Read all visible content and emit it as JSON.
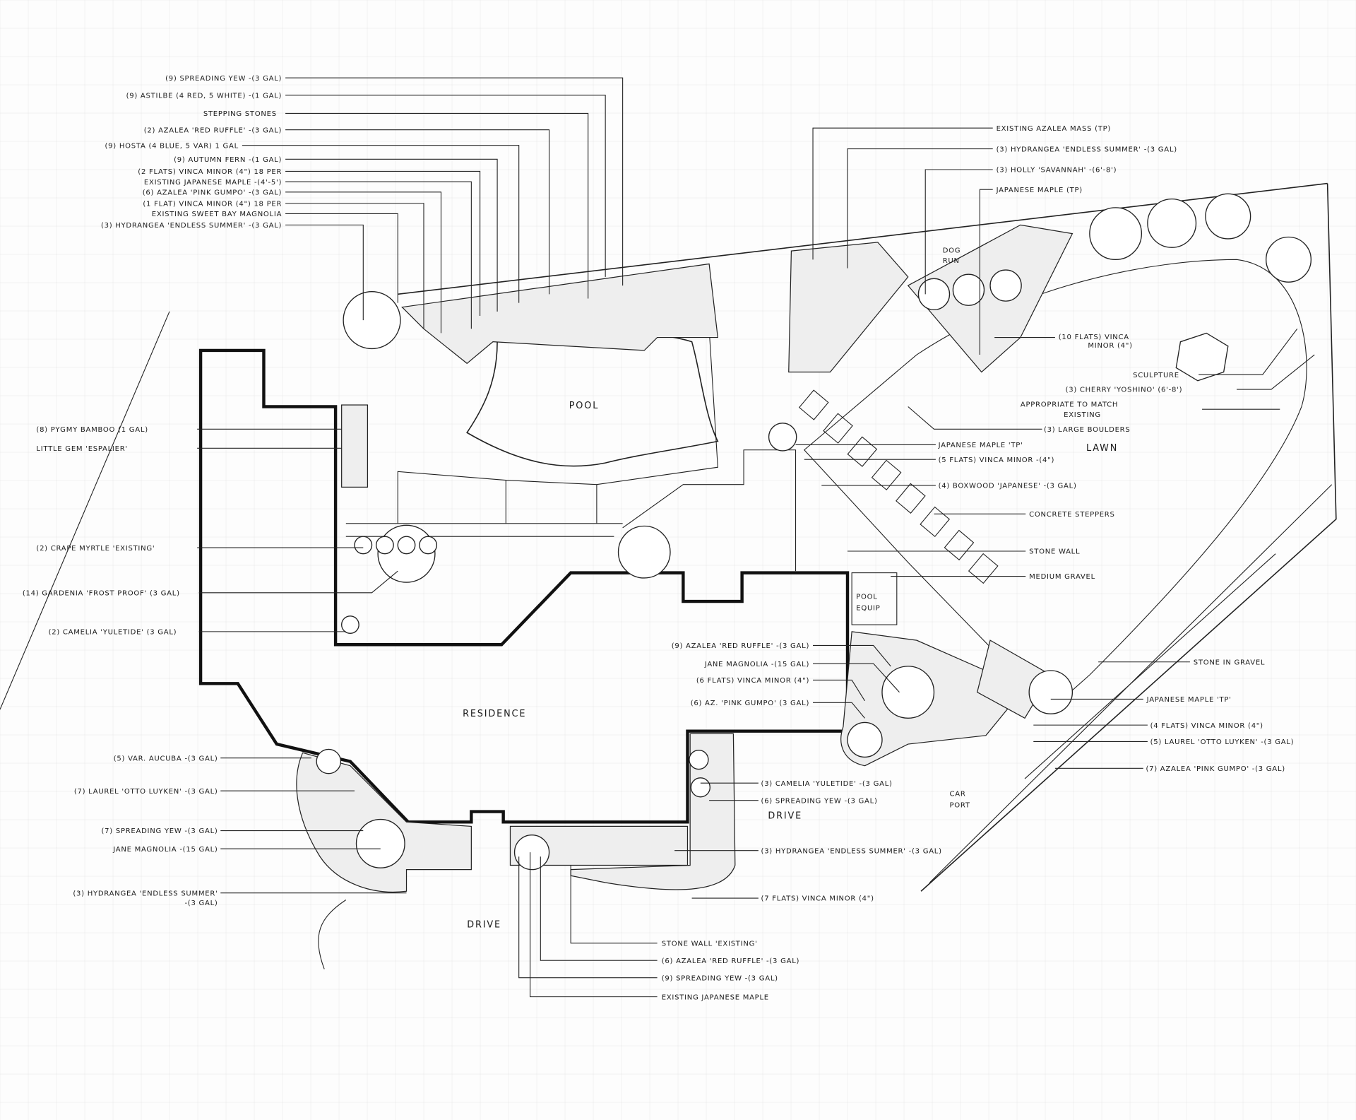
{
  "plan": {
    "areas": {
      "residence": "Residence",
      "pool": "Pool",
      "pool_equip": [
        "Pool",
        "Equip"
      ],
      "dog_run": [
        "Dog",
        "Run"
      ],
      "car_port": [
        "Car",
        "Port"
      ],
      "drive_east": "Drive",
      "drive_south": "Drive",
      "lawn": "Lawn"
    },
    "top_left_labels": [
      "(9) Spreading Yew -(3 gal)",
      "(9) Astilbe (4 red, 5 white) -(1 gal)",
      "Stepping Stones",
      "(2) Azalea 'Red Ruffle' -(3 gal)",
      "(9) Hosta (4 blue, 5 var) 1 gal",
      "(9) Autumn Fern -(1 gal)",
      "(2 flats) Vinca Minor (4\") 18 per",
      "Existing Japanese Maple -(4'-5')",
      "(6) Azalea 'Pink Gumpo' -(3 gal)",
      "(1 flat) Vinca Minor (4\") 18 per",
      "Existing Sweet Bay Magnolia",
      "(3) Hydrangea 'Endless Summer' -(3 gal)"
    ],
    "top_right_labels": [
      "Existing Azalea Mass (TP)",
      "(3) Hydrangea 'Endless Summer' -(3 gal)",
      "(3) Holly 'Savannah' -(6'-8')",
      "Japanese Maple (TP)"
    ],
    "right_labels": {
      "vinca_10": [
        "(10 flats) Vinca",
        "Minor (4\")"
      ],
      "sculpture": "Sculpture",
      "cherry": "(3) Cherry 'Yoshino' (6'-8')",
      "appropriate": [
        "Appropriate to Match",
        "Existing"
      ],
      "boulders": "(3) Large Boulders",
      "jmaple_tp": "Japanese Maple 'TP'",
      "vinca_5": "(5 flats) Vinca Minor -(4\")",
      "boxwood": "(4) Boxwood 'Japanese' -(3 gal)",
      "steppers": "Concrete Steppers",
      "stone_wall": "Stone Wall",
      "gravel": "Medium Gravel"
    },
    "left_labels": [
      "(8) Pygmy Bamboo (1 gal)",
      "Little Gem 'Espalier'",
      "(2) Crape Myrtle 'Existing'",
      "(14) Gardenia 'Frost Proof' (3 gal)",
      "(2) Camelia 'Yuletide' (3 gal)"
    ],
    "middle_labels": [
      "(9) Azalea 'Red Ruffle' -(3 gal)",
      "Jane Magnolia -(15 gal)",
      "(6 flats) Vinca Minor (4\")",
      "(6) Az. 'Pink Gumpo' (3 gal)"
    ],
    "lower_right_labels": [
      "Stone in Gravel",
      "Japanese Maple 'TP'",
      "(4 flats) Vinca Minor (4\")",
      "(5) Laurel 'Otto Luyken' -(3 gal)",
      "(7) Azalea 'Pink Gumpo' -(3 gal)"
    ],
    "lower_left_labels": [
      "(5) Var. Aucuba -(3 gal)",
      "(7) Laurel 'Otto Luyken' -(3 gal)",
      "(7) Spreading Yew -(3 gal)",
      "Jane Magnolia -(15 gal)",
      "(3) Hydrangea 'Endless Summer'",
      "-(3 gal)"
    ],
    "drive_bed_labels": [
      "(3) Camelia 'Yuletide' -(3 gal)",
      "(6) Spreading Yew -(3 gal)",
      "(3) Hydrangea 'Endless Summer' -(3 gal)",
      "(7 flats) Vinca Minor (4\")"
    ],
    "bottom_labels": [
      "Stone Wall 'Existing'",
      "(6) Azalea 'Red Ruffle' -(3 gal)",
      "(9) Spreading Yew -(3 gal)",
      "Existing Japanese Maple"
    ]
  }
}
